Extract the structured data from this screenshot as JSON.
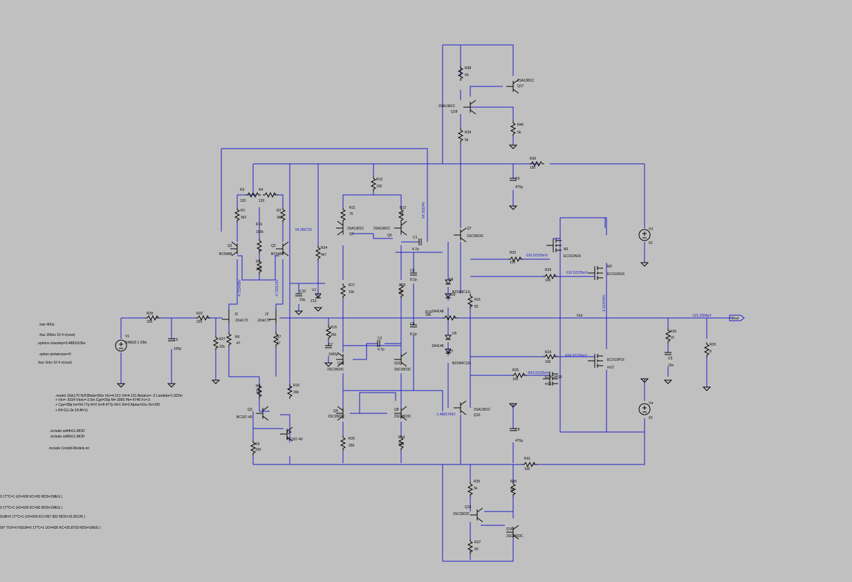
{
  "directives": [
    ".tran 400u",
    ".four 20khz 10 4 v(vout)",
    ".options maxstep=0.48831106u",
    ".option plotwinsize=0",
    ".four 1khz 10 4 v(vout)",
    ".model J2sk170 NJF(Beta=26m Vto=4.151 Vd=4.151 Betatce=-.5 Lambda=1.9Z3m",
    "+ Vto=-.5024 Vtotc=-2.5m Cgd=20p M=.3905 Pb=.4746 Fc=.5",
    "+ Cgs=38p Isr=54.77p N=2 Is=8.477p N=1 Xti=3 Alpha=10u Vk=100",
    "+ Kf=111.3e-18 Af=1)",
    ".include sd44h11.MOD",
    ".include sd45h11.MOD",
    ".include Cordell-Models.txt",
    "0 1T*C=1 UO=600 KC=50 RDS=1MEG )",
    "0 1T*C=1 UO=600 KC=50 RDS=1MEG )",
    "SUB=0 1T*C=1 UO=600 KC=367.902 RDS=16.0012K )",
    "00* TOX=0 NSUB=0 1T*C=1 UO=600 KC=25.8793 RDS=1MEG )"
  ],
  "nodes": {
    "out": "Out",
    "vout": "Vout"
  },
  "components": {
    "R1": {
      "ref": "R1",
      "val": "3k3"
    },
    "R2": {
      "ref": "R2",
      "val": "3k3"
    },
    "R3": {
      "ref": "R3",
      "val": "120"
    },
    "R4": {
      "ref": "R4",
      "val": "120"
    },
    "R5": {
      "ref": "R5",
      "val": "250"
    },
    "R6": {
      "ref": "R6",
      "val": "47"
    },
    "R7": {
      "ref": "R7",
      "val": "47"
    },
    "R8": {
      "ref": "R8",
      "val": "10k"
    },
    "R9": {
      "ref": "R9",
      "val": "330"
    },
    "R10": {
      "ref": "R10",
      "val": "20k"
    },
    "R11": {
      "ref": "R11",
      "val": "75"
    },
    "R12": {
      "ref": "R12",
      "val": "75"
    },
    "R13": {
      "ref": "R13",
      "val": "150"
    },
    "R14": {
      "ref": "R14",
      "val": "330"
    },
    "R15": {
      "ref": "R15",
      "val": "250"
    },
    "R16": {
      "ref": "R16",
      "val": "100k"
    },
    "R17": {
      "ref": "R17",
      "val": "10k"
    },
    "R18": {
      "ref": "R18",
      "val": "2k"
    },
    "R19": {
      "ref": "R19",
      "val": "10k"
    },
    "R20": {
      "ref": "R20",
      "val": "330"
    },
    "R21": {
      "ref": "R21",
      "val": "82"
    },
    "R22": {
      "ref": "R22",
      "val": "220"
    },
    "R26": {
      "ref": "R26",
      "val": "10"
    },
    "R27": {
      "ref": "R27",
      "val": "22k"
    },
    "R28": {
      "ref": "R28",
      "val": "220"
    },
    "R29": {
      "ref": "R29",
      "val": "8"
    },
    "R30": {
      "ref": "R30",
      "val": "100"
    },
    "R31": {
      "ref": "R31",
      "val": "100"
    },
    "R32": {
      "ref": "R32",
      "val": "100"
    },
    "R33": {
      "ref": "R33",
      "val": "100"
    },
    "R34": {
      "ref": "R34",
      "val": "4k7"
    },
    "R35": {
      "ref": "R35",
      "val": "5k"
    },
    "R36": {
      "ref": "R36",
      "val": "5k"
    },
    "R37": {
      "ref": "R37",
      "val": "60"
    },
    "R38": {
      "ref": "R38",
      "val": "60"
    },
    "R39": {
      "ref": "R39",
      "val": "5k"
    },
    "R40": {
      "ref": "R40",
      "val": "5k"
    },
    "R24": {
      "ref": "R24",
      "val": "100"
    },
    "R25": {
      "ref": "R25",
      "val": "100"
    },
    "C1": {
      "ref": "C1",
      "val": "4.7p"
    },
    "C2": {
      "ref": "C2",
      "val": "4.7p"
    },
    "C3": {
      "ref": "C3",
      "val": "8.2p"
    },
    "C4": {
      "ref": "C4",
      "val": "8.2p"
    },
    "C5": {
      "ref": "C5",
      "val": "15n"
    },
    "C6": {
      "ref": "C6",
      "val": "100p"
    },
    "C7": {
      "ref": "C7",
      "val": "1000µ"
    },
    "C8": {
      "ref": "C8",
      "val": "470µ"
    },
    "C9": {
      "ref": "C9",
      "val": "470µ"
    },
    "C10": {
      "ref": "C10",
      "val": "10µ"
    },
    "Q1": {
      "ref": "Q1",
      "val": "BC546B"
    },
    "Q2": {
      "ref": "Q2",
      "val": "BC546B"
    },
    "Q3": {
      "ref": "Q3",
      "val": "BC337-40"
    },
    "Q4": {
      "ref": "Q4",
      "val": "BC337-40"
    },
    "Q5": {
      "ref": "Q5",
      "val": "2SA1381C"
    },
    "Q6": {
      "ref": "Q6",
      "val": "2SA1381C"
    },
    "Q7": {
      "ref": "Q7",
      "val": "2SC3503C"
    },
    "Q8": {
      "ref": "Q8",
      "val": "2SC3503C"
    },
    "Q9": {
      "ref": "Q9",
      "val": "2SC3503C"
    },
    "Q10": {
      "ref": "Q10",
      "val": "2SA1381C"
    },
    "Q11": {
      "ref": "Q11",
      "val": "2SC3503C"
    },
    "Q12": {
      "ref": "Q12",
      "val": "2SC3503C"
    },
    "Q15": {
      "ref": "Q15",
      "val": "2SC3503C"
    },
    "Q16": {
      "ref": "Q16",
      "val": "2SC3503C"
    },
    "Q17": {
      "ref": "Q17",
      "val": "2SA1381C"
    },
    "Q18": {
      "ref": "Q18",
      "val": "2SA1381C"
    },
    "J1": {
      "ref": "J1",
      "val": "J2sk170"
    },
    "J2": {
      "ref": "J2",
      "val": "J2sk170"
    },
    "M1": {
      "ref": "M1",
      "val": "ECX10N16"
    },
    "M2": {
      "ref": "M2",
      "val": "ECX10N16"
    },
    "M11": {
      "ref": "m11",
      "val": "ECX10P16"
    },
    "M12": {
      "ref": "m12",
      "val": "ECX10P16"
    },
    "D5": {
      "ref": "D5",
      "val": "1N4148"
    },
    "D6": {
      "ref": "D6",
      "val": "1N4148"
    },
    "D7": {
      "ref": "D7",
      "val": "BZX84C12L"
    },
    "D8": {
      "ref": "D8",
      "val": "BZX84C12L"
    },
    "U1": {
      "ref": "U1",
      "val": "Z15"
    },
    "V1": {
      "ref": "V1",
      "val": "SINE(0 1 20k)"
    },
    "V3": {
      "ref": "V3",
      "val": "63"
    },
    "V4": {
      "ref": "V4",
      "val": "63"
    }
  },
  "voltages": {
    "v1": "54.28673V",
    "v2": "54.20334V",
    "v3": "-4.723499V",
    "v4": "-4.723123V",
    "v5": "610.52335mV",
    "v6": "610.52335mV",
    "v7": "-2.313446V",
    "v8": "-121.3364µV",
    "v9": "-604.33155mV",
    "v10": "-604.33155mV",
    "v11": "-1.4882743V"
  }
}
